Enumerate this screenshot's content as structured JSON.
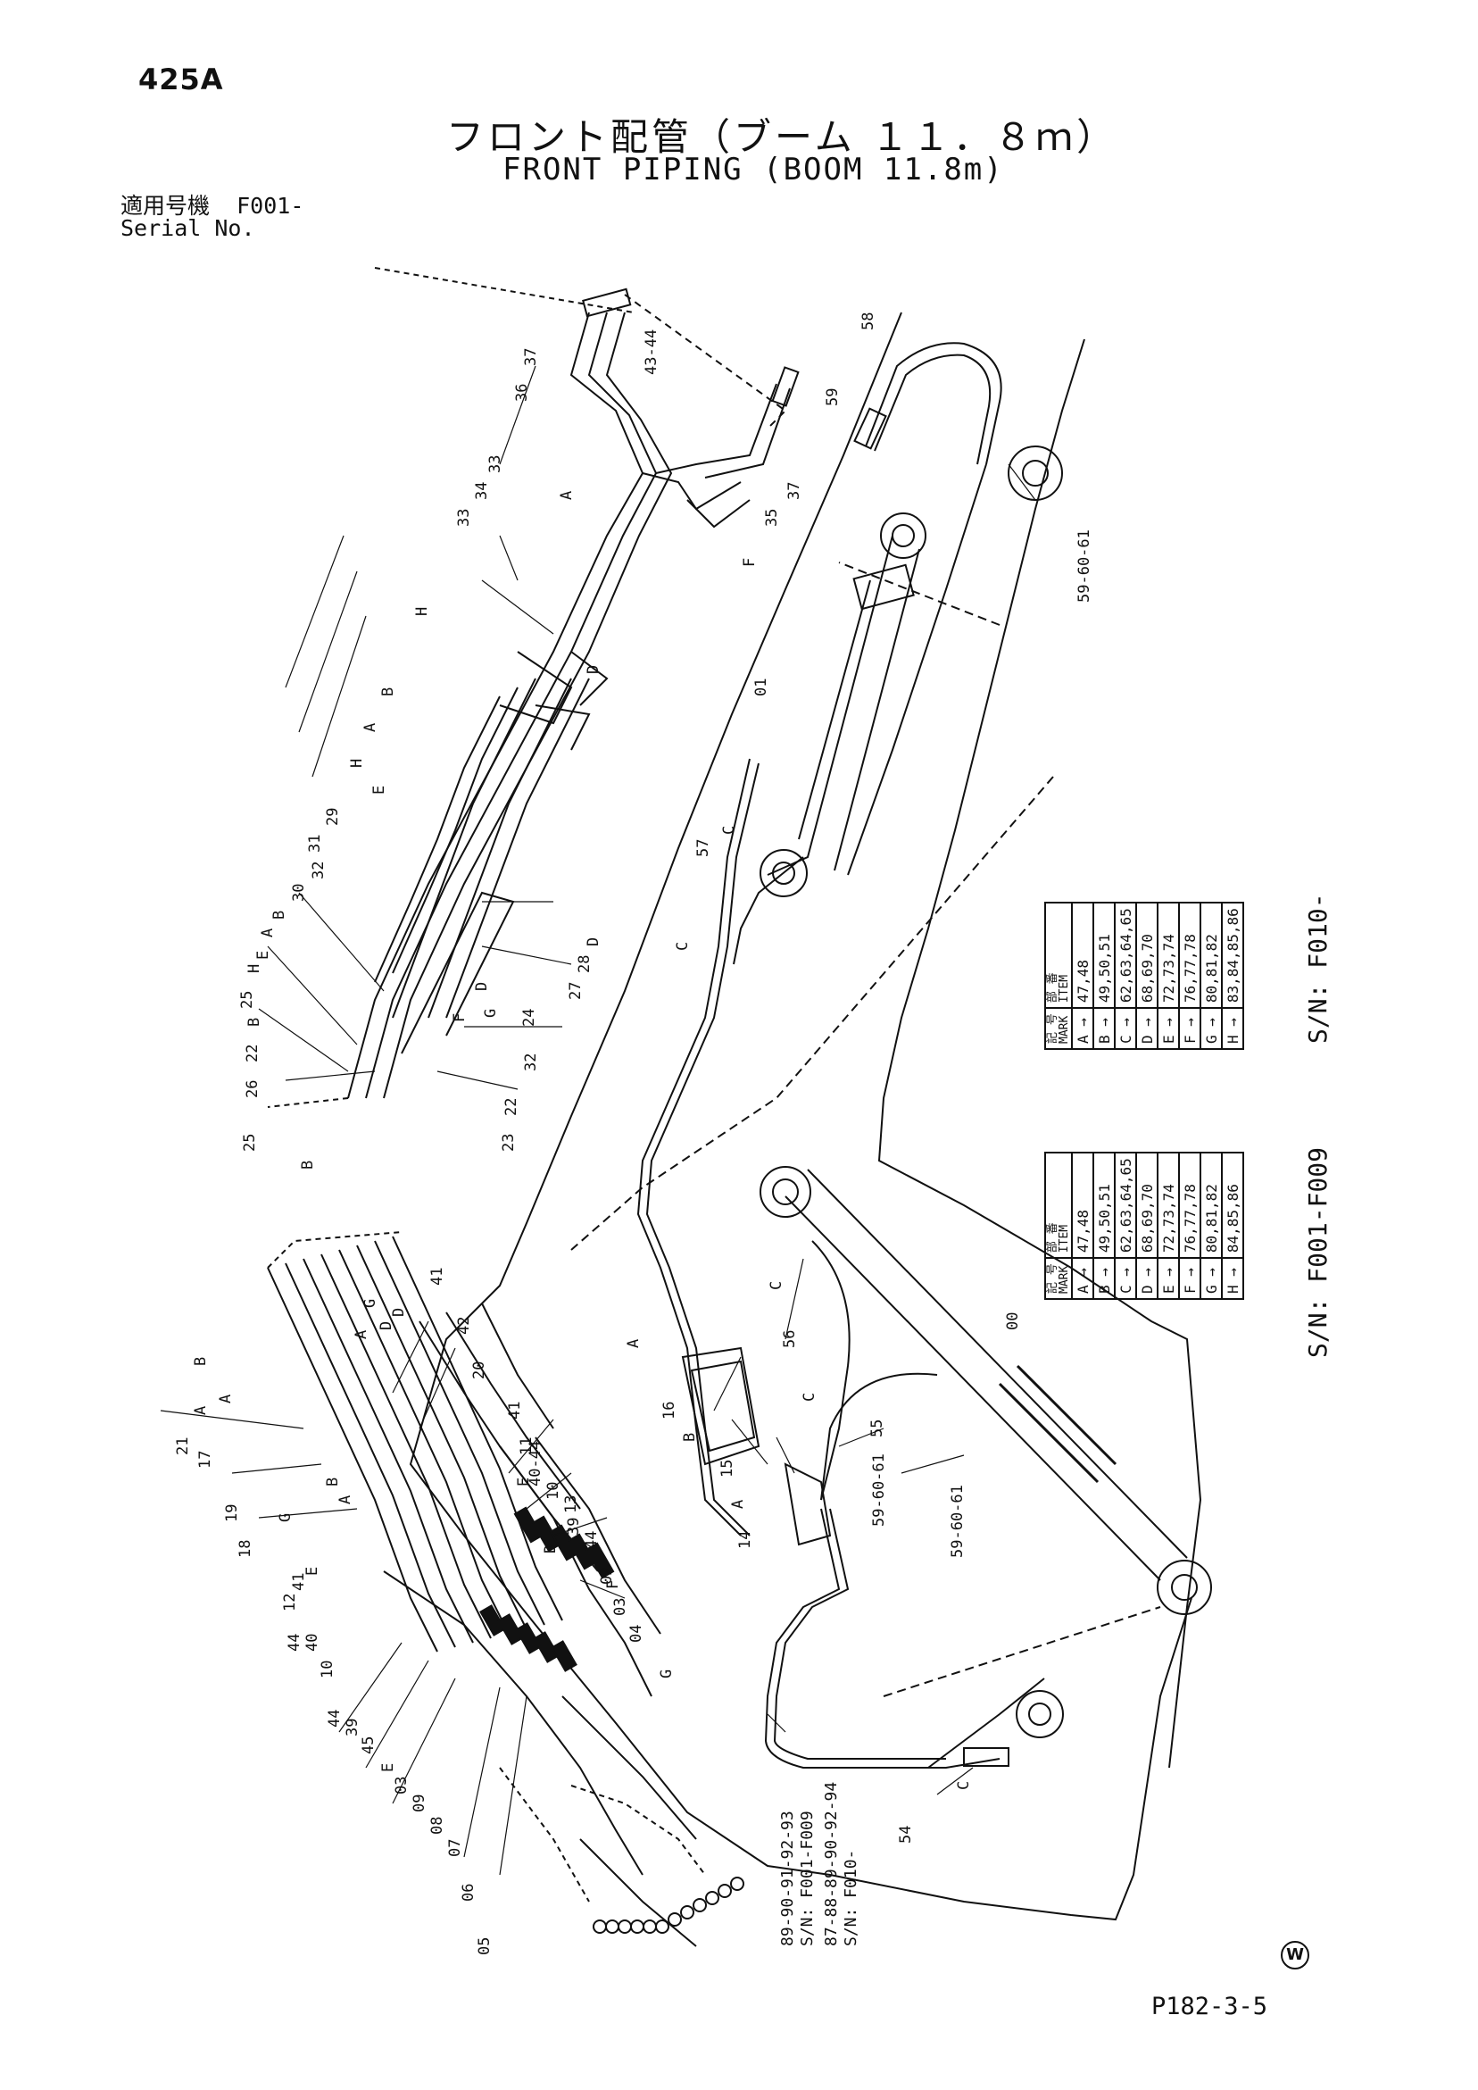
{
  "header": {
    "page_number": "425A",
    "title_jp": "フロント配管（ブーム １１．８ｍ）",
    "title_en": "FRONT PIPING (BOOM 11.8m)",
    "serial_jp": "適用号機",
    "serial_value": "F001-",
    "serial_en": "Serial No."
  },
  "tables": [
    {
      "serial_label": "S/N: F010-",
      "header_mark": [
        "記 号",
        "MARK"
      ],
      "header_item": [
        "部 番",
        "ITEM"
      ],
      "rows": [
        {
          "mark": "A →",
          "item": "47,48"
        },
        {
          "mark": "B →",
          "item": "49,50,51"
        },
        {
          "mark": "C →",
          "item": "62,63,64,65"
        },
        {
          "mark": "D →",
          "item": "68,69,70"
        },
        {
          "mark": "E →",
          "item": "72,73,74"
        },
        {
          "mark": "F →",
          "item": "76,77,78"
        },
        {
          "mark": "G →",
          "item": "80,81,82"
        },
        {
          "mark": "H →",
          "item": "83,84,85,86"
        }
      ]
    },
    {
      "serial_label": "S/N: F001-F009",
      "header_mark": [
        "記 号",
        "MARK"
      ],
      "header_item": [
        "部 番",
        "ITEM"
      ],
      "rows": [
        {
          "mark": "A →",
          "item": "47,48"
        },
        {
          "mark": "B →",
          "item": "49,50,51"
        },
        {
          "mark": "C →",
          "item": "62,63,64,65"
        },
        {
          "mark": "D →",
          "item": "68,69,70"
        },
        {
          "mark": "E →",
          "item": "72,73,74"
        },
        {
          "mark": "F →",
          "item": "76,77,78"
        },
        {
          "mark": "G →",
          "item": "80,81,82"
        },
        {
          "mark": "H →",
          "item": "84,85,86"
        }
      ]
    }
  ],
  "bottom_notes": [
    "89-90-91-92-93",
    "S/N: F001-F009",
    "87-88-89-90-92-94",
    "S/N: F010-"
  ],
  "callouts": {
    "top_detail": [
      "43-44",
      "37",
      "36",
      "35",
      "37",
      "34",
      "33",
      "33",
      "H",
      "B",
      "A",
      "H",
      "E",
      "29",
      "31",
      "32",
      "30",
      "B",
      "A",
      "E",
      "H",
      "25",
      "B",
      "22",
      "26",
      "25",
      "B",
      "D",
      "28",
      "27",
      "32",
      "22",
      "23",
      "24",
      "D",
      "G",
      "F",
      "A",
      "D",
      "F"
    ],
    "boom": [
      "58",
      "59",
      "59-60-61",
      "01",
      "57",
      "C",
      "C",
      "00",
      "56",
      "55",
      "C",
      "C",
      "A",
      "16",
      "B",
      "15",
      "A",
      "14",
      "59-60-61",
      "59-60-61",
      "54",
      "C"
    ],
    "bottom_detail": [
      "B",
      "A",
      "A",
      "21",
      "17",
      "19",
      "18",
      "G",
      "E",
      "12",
      "41",
      "44",
      "40",
      "10",
      "44",
      "39",
      "45",
      "E",
      "03",
      "09",
      "08",
      "07",
      "06",
      "05",
      "41",
      "42",
      "20",
      "41",
      "11",
      "40-44",
      "10",
      "39",
      "13",
      "44",
      "02",
      "03",
      "04",
      "G",
      "D",
      "D",
      "E",
      "F",
      "G",
      "D",
      "A",
      "B",
      "A"
    ]
  },
  "footer": {
    "code": "P182-3-5",
    "mark": "W"
  }
}
